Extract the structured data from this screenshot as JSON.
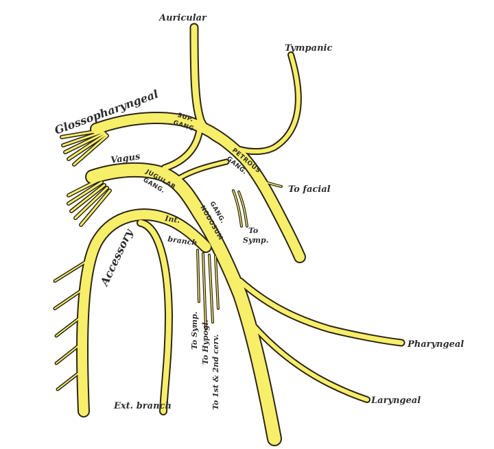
{
  "labels": {
    "auricular": "Auricular",
    "tympanic": "Tympanic",
    "glossopharyngeal": "Glossopharyngeal",
    "sup_gang_1": "SUP.",
    "sup_gang_2": "GANG.",
    "vagus": "Vagus",
    "jugular_gang_1": "JUGULAR",
    "jugular_gang_2": "GANG.",
    "petrous_gang_1": "PETROUS",
    "petrous_gang_2": "GANG.",
    "to_facial": "To facial",
    "int": "Int.",
    "branch": "branch",
    "gang_nodosum_1": "GANG.",
    "gang_nodosum_2": "NODOSUM",
    "to_symp_right_1": "To",
    "to_symp_right_2": "Symp.",
    "accessory": "Accessory",
    "to_symp_left": "To Symp.",
    "to_hypogl": "To Hypogl.",
    "to_cerv": "To 1st & 2nd cerv.",
    "pharyngeal": "Pharyngeal",
    "laryngeal": "Laryngeal",
    "ext_branch": "Ext. branch"
  },
  "colors": {
    "nerve_fill": "#f7ee6a",
    "nerve_outline": "#2a2418",
    "text": "#2d2d2d",
    "background": "#ffffff"
  }
}
